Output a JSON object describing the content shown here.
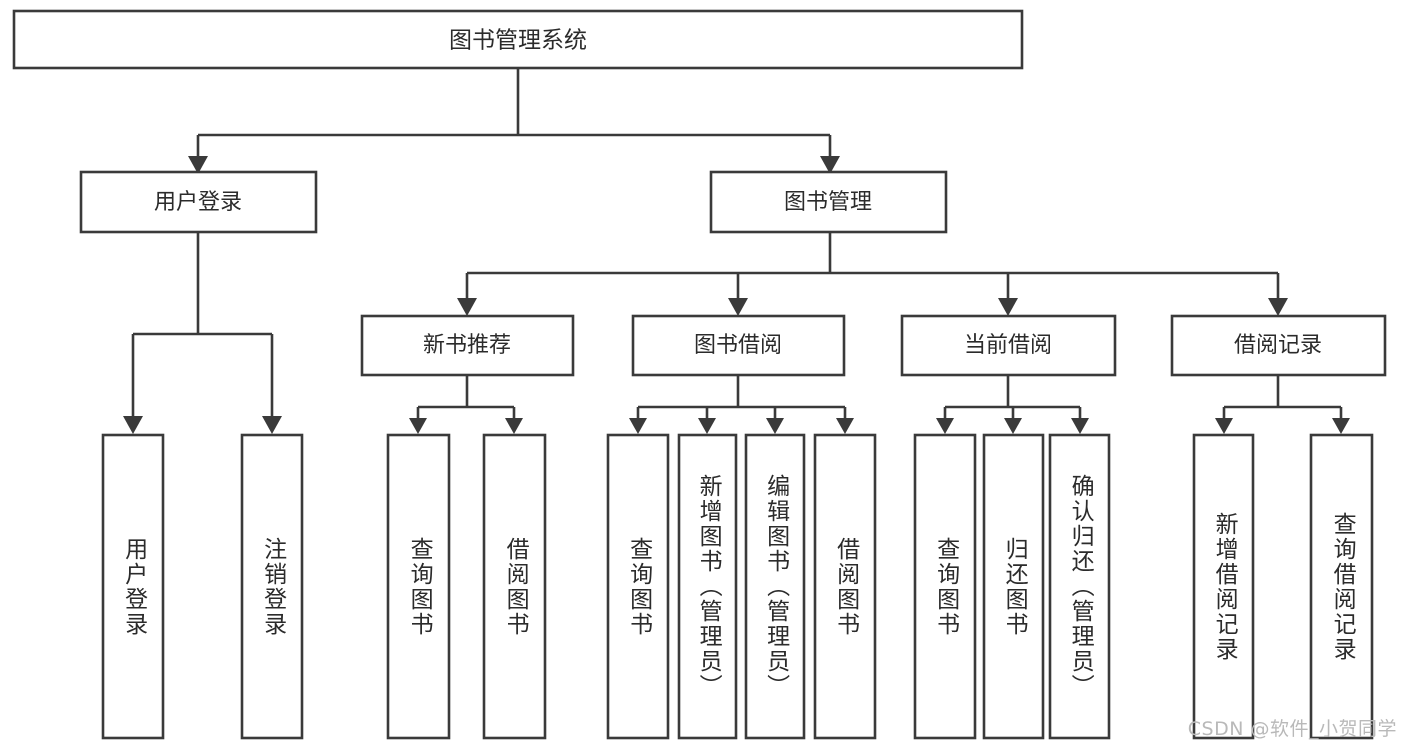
{
  "diagram": {
    "type": "tree-hierarchy-chart",
    "title": "图书管理系统",
    "watermark": "CSDN @软件_小贺同学",
    "colors": {
      "stroke": "#3a3a3a",
      "box_fill": "#ffffff",
      "text": "#2b2b2b",
      "background": "#ffffff",
      "watermark": "#b9b9b9"
    },
    "levels": {
      "level1": {
        "label": "图书管理系统",
        "orientation": "horizontal"
      },
      "level2": [
        {
          "label": "用户登录",
          "orientation": "horizontal"
        },
        {
          "label": "图书管理",
          "orientation": "horizontal"
        }
      ],
      "level3": [
        {
          "label": "新书推荐",
          "orientation": "horizontal",
          "parent": "图书管理"
        },
        {
          "label": "图书借阅",
          "orientation": "horizontal",
          "parent": "图书管理"
        },
        {
          "label": "当前借阅",
          "orientation": "horizontal",
          "parent": "图书管理"
        },
        {
          "label": "借阅记录",
          "orientation": "horizontal",
          "parent": "图书管理"
        }
      ],
      "level4": [
        {
          "label": "用户登录",
          "orientation": "vertical",
          "parent": "用户登录"
        },
        {
          "label": "注销登录",
          "orientation": "vertical",
          "parent": "用户登录"
        },
        {
          "label": "查询图书",
          "orientation": "vertical",
          "parent": "新书推荐"
        },
        {
          "label": "借阅图书",
          "orientation": "vertical",
          "parent": "新书推荐"
        },
        {
          "label": "查询图书",
          "orientation": "vertical",
          "parent": "图书借阅"
        },
        {
          "label": "新增图书（管理员）",
          "orientation": "vertical",
          "parent": "图书借阅"
        },
        {
          "label": "编辑图书（管理员）",
          "orientation": "vertical",
          "parent": "图书借阅"
        },
        {
          "label": "借阅图书",
          "orientation": "vertical",
          "parent": "图书借阅"
        },
        {
          "label": "查询图书",
          "orientation": "vertical",
          "parent": "当前借阅"
        },
        {
          "label": "归还图书",
          "orientation": "vertical",
          "parent": "当前借阅"
        },
        {
          "label": "确认归还（管理员）",
          "orientation": "vertical",
          "parent": "当前借阅"
        },
        {
          "label": "新增借阅记录",
          "orientation": "vertical",
          "parent": "借阅记录"
        },
        {
          "label": "查询借阅记录",
          "orientation": "vertical",
          "parent": "借阅记录"
        }
      ]
    }
  }
}
